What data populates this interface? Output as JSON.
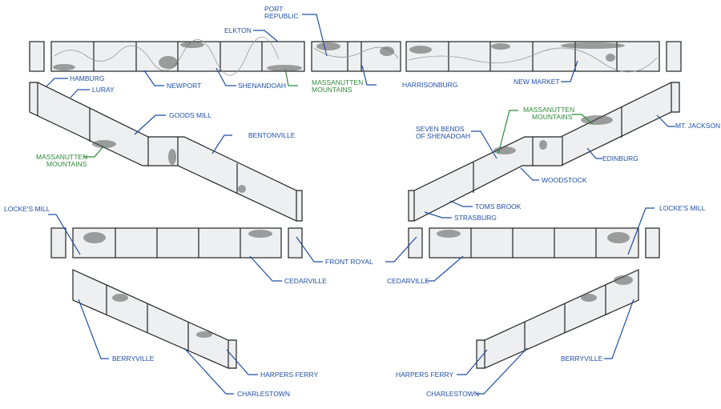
{
  "labels": {
    "port_republic": [
      "PORT",
      "REPUBLIC"
    ],
    "elkton": "ELKTON",
    "hamburg": "HAMBURG",
    "luray": "LURAY",
    "newport": "NEWPORT",
    "shenandoah": "SHENANDOAH",
    "massanutten_top": [
      "MASSANUTTEN",
      "MOUNTAINS"
    ],
    "harrisonburg": "HARRISONBURG",
    "new_market": "NEW MARKET",
    "goods_mill": "GOODS MILL",
    "bentonville": "BENTONVILLE",
    "massanutten_left": [
      "MASSANUTTEN",
      "MOUNTAINS"
    ],
    "massanutten_right": [
      "MASSANUTTEN",
      "MOUNTAINS"
    ],
    "seven_bends": [
      "SEVEN BENDS",
      "OF SHENADOAH"
    ],
    "mt_jackson": "MT. JACKSON",
    "edinburg": "EDINBURG",
    "woodstock": "WOODSTOCK",
    "toms_brook": "TOMS BROOK",
    "strasburg": "STRASBURG",
    "lockes_mill_left": "LOCKE'S MILL",
    "lockes_mill_right": "LOCKE'S MILL",
    "front_royal": "FRONT ROYAL",
    "cedarville_left": "CEDARVILLE",
    "cedarville_right": "CEDARVILLE",
    "berryville_left": "BERRYVILLE",
    "berryville_right": "BERRYVILLE",
    "harpers_ferry_left": "HARPERS FERRY",
    "harpers_ferry_right": "HARPERS FERRY",
    "charlestown_left": "CHARLESTOWN",
    "charlestown_right": "CHARLESTOWN"
  },
  "colors": {
    "town_label": "#1f4fa8",
    "mountain_label": "#2e8a3a"
  }
}
